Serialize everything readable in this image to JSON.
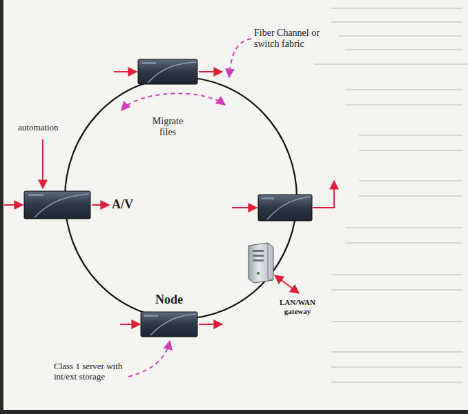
{
  "diagram": {
    "labels": [
      "Fiber Channel or switch fabric",
      "automation",
      "Migrate files",
      "A/V",
      "Node",
      "LAN/WAN gateway",
      "Class 1 server with int/ext storage"
    ]
  }
}
